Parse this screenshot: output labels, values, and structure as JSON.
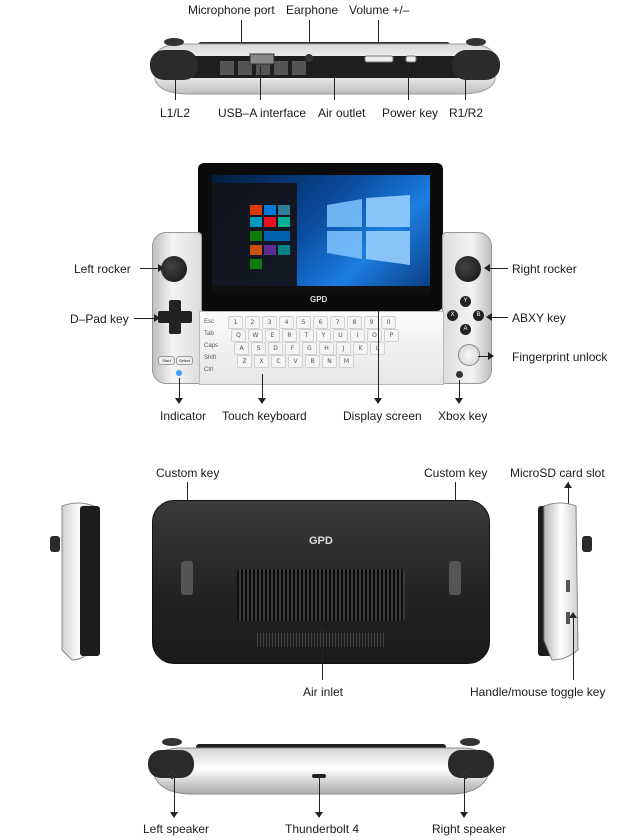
{
  "top_view": {
    "labels": {
      "microphone_port": "Microphone port",
      "earphone": "Earphone",
      "volume": "Volume +/–",
      "l1l2": "L1/L2",
      "usb_a": "USB–A interface",
      "air_outlet": "Air outlet",
      "power_key": "Power key",
      "r1r2": "R1/R2"
    }
  },
  "front_view": {
    "labels": {
      "left_rocker": "Left rocker",
      "right_rocker": "Right rocker",
      "dpad_key": "D–Pad key",
      "abxy_key": "ABXY key",
      "fingerprint_unlock": "Fingerprint unlock",
      "indicator": "Indicator",
      "touch_keyboard": "Touch keyboard",
      "display_screen": "Display screen",
      "xbox_key": "Xbox key"
    },
    "brand": "GPD",
    "buttons": {
      "y": "Y",
      "x": "X",
      "b": "B",
      "a": "A"
    },
    "keyboard_row_labels": [
      "Esc",
      "Tab",
      "Caps",
      "Shift",
      "Ctrl"
    ],
    "keyboard_letters": [
      [
        "1",
        "2",
        "3",
        "4",
        "5",
        "6",
        "7",
        "8",
        "9",
        "0"
      ],
      [
        "Q",
        "W",
        "E",
        "R",
        "T",
        "Y",
        "U",
        "I",
        "O",
        "P"
      ],
      [
        "A",
        "S",
        "D",
        "F",
        "G",
        "H",
        "J",
        "K",
        "L"
      ],
      [
        "Z",
        "X",
        "C",
        "V",
        "B",
        "N",
        "M"
      ]
    ],
    "small_keys": {
      "start": "Start",
      "select": "Select"
    }
  },
  "back_view": {
    "labels": {
      "custom_key_left": "Custom key",
      "custom_key_right": "Custom key",
      "microsd": "MicroSD card slot",
      "air_inlet": "Air inlet",
      "handle_toggle": "Handle/mouse toggle key"
    },
    "brand": "GPD"
  },
  "bottom_view": {
    "labels": {
      "left_speaker": "Left speaker",
      "thunderbolt": "Thunderbolt 4",
      "right_speaker": "Right speaker"
    }
  }
}
